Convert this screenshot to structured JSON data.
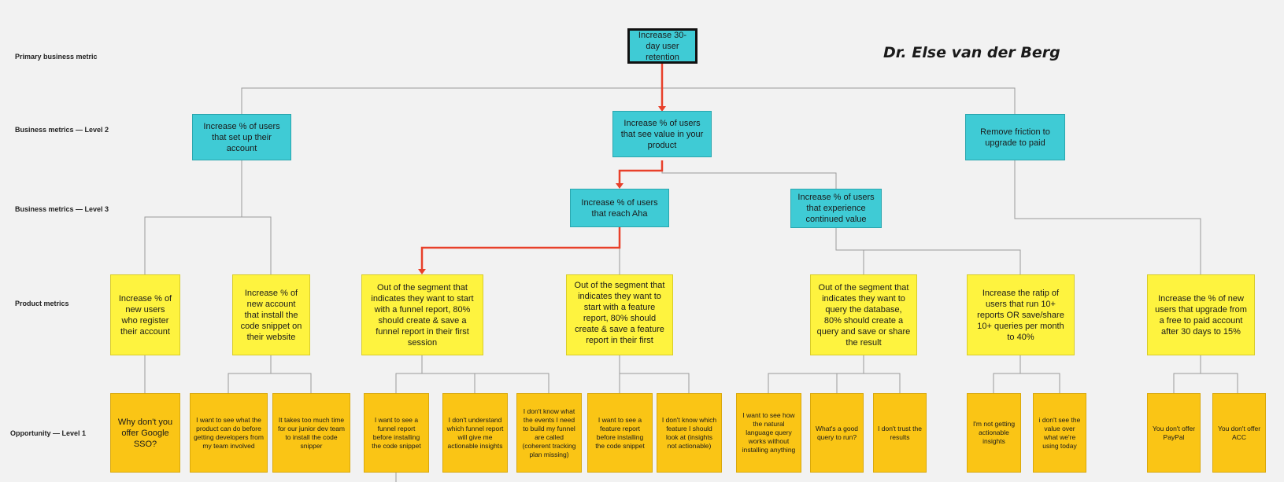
{
  "author": "Dr. Else van der Berg",
  "row_labels": {
    "primary": "Primary business metric",
    "level2": "Business metrics — Level 2",
    "level3": "Business metrics — Level 3",
    "product": "Product metrics",
    "opportunity": "Opportunity — Level 1"
  },
  "nodes": {
    "root": "Increase 30-day user retention",
    "l2_setup": "Increase % of users that set up their account",
    "l2_value": "Increase % of users that see value in your product",
    "l2_friction": "Remove friction to upgrade to paid",
    "l3_aha": "Increase % of users that reach Aha",
    "l3_continued": "Increase % of users that experience continued value",
    "pm_register": "Increase % of new users who register their account",
    "pm_snippet": "Increase % of new account that install the code snippet on their website",
    "pm_funnel": "Out of the segment that indicates they want to start with a funnel report, 80% should create & save a funnel report in their first session",
    "pm_feature": "Out of the segment that indicates they want to start with a feature report, 80% should create & save a feature report in their first",
    "pm_query": "Out of the segment that indicates they want to query the database, 80% should create a query and save or share the result",
    "pm_ratio": "Increase the ratip of users that run 10+ reports OR  save/share 10+ queries per month to 40%",
    "pm_upgrade": "Increase the % of new users that upgrade from a free to paid account after 30 days to 15%"
  },
  "opportunities": {
    "sso": "Why don't you offer Google SSO?",
    "see_product": "I want to see what the product can do before getting developers from my team involved",
    "too_much_time": "It takes too much time for our junior dev team to install the code snipper",
    "see_funnel": "I want to see a funnel report before installing the code snippet",
    "understand_funnel": "I don't understand which funnel report will give me actionable insights",
    "events_unknown": "I don't know what the events I need to build my funnel are called (coherent tracking plan missing)",
    "see_feature": "I want to see a feature report before installing the code snippet",
    "which_feature": "I don't know which feature I should look at (insights not actionable)",
    "natural_language": "I want to see how the natural language query works without installing anything",
    "good_query": "What's a good query to run?",
    "dont_trust": "I don't trust the results",
    "not_actionable": "I'm not getting actionable insights",
    "dont_see_value": "i don't see the value over what we're using today",
    "paypal": "You don't offer PayPal",
    "acc": "You don't offer ACC"
  },
  "colors": {
    "business_metric": "#3fcbd5",
    "product_metric": "#fef33f",
    "opportunity": "#fac515",
    "highlight_path": "#e8402a",
    "connector": "#9a9a9a",
    "background": "#f2f2f2"
  }
}
